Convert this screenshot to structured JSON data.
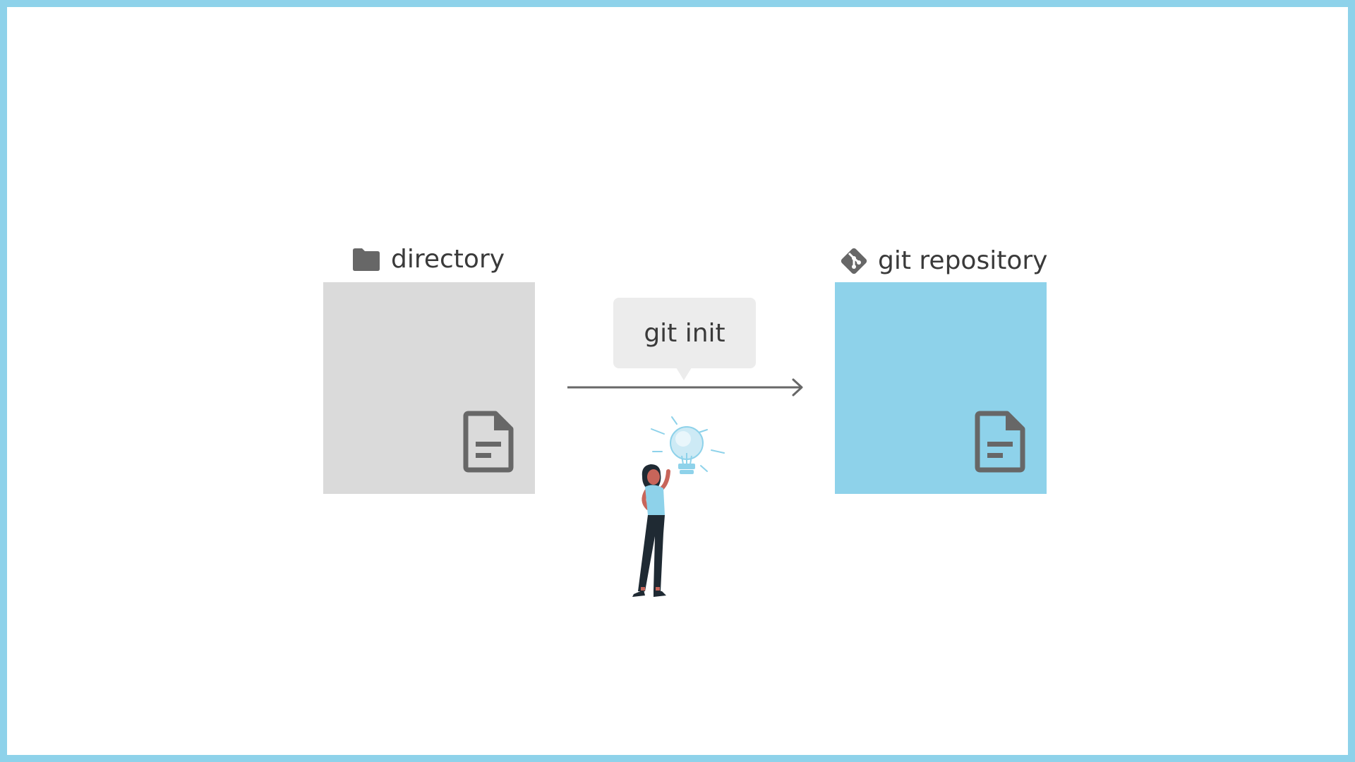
{
  "diagram": {
    "source": {
      "label": "directory",
      "icon": "folder-icon",
      "file_icon": "document-icon",
      "color": "#dadada"
    },
    "command": {
      "label": "git init"
    },
    "target": {
      "label": "git repository",
      "icon": "git-icon",
      "file_icon": "document-icon",
      "color": "#8ed2ea"
    },
    "illustration": "person-with-lightbulb-illustration",
    "colors": {
      "frame": "#8ed2ea",
      "icon": "#676767",
      "text": "#3a3a3a",
      "bubble": "#ececec"
    }
  }
}
